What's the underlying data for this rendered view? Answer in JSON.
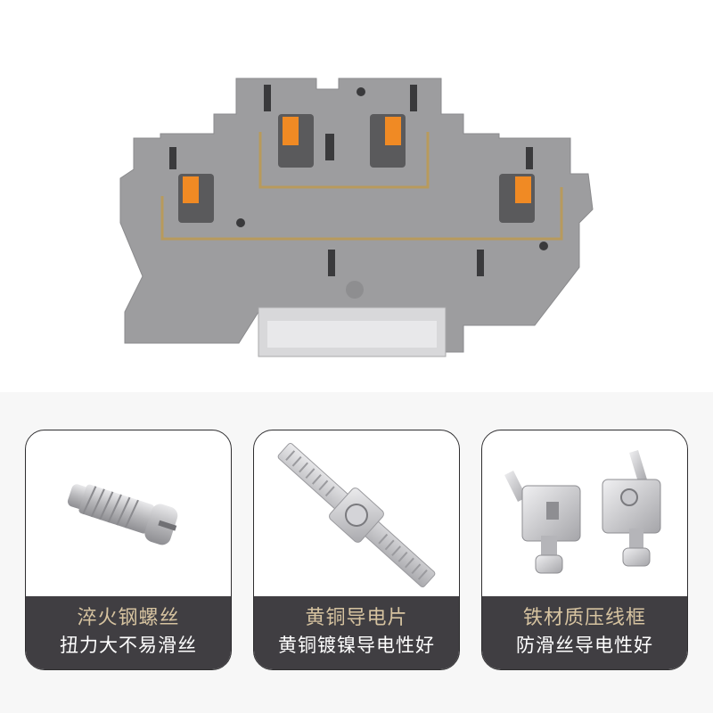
{
  "hero": {
    "product": "double-level push-in terminal block",
    "body_color": "#9d9d9f",
    "spring_color": "#f08a24",
    "busbar_color": "#b89a5c"
  },
  "cards": [
    {
      "title": "淬火钢螺丝",
      "subtitle": "扭力大不易滑丝",
      "image": "screw-icon"
    },
    {
      "title": "黄铜导电片",
      "subtitle": "黄铜镀镍导电性好",
      "image": "brass-strip-icon"
    },
    {
      "title": "铁材质压线框",
      "subtitle": "防滑丝导电性好",
      "image": "clamp-frame-icon"
    }
  ],
  "colors": {
    "card_band": "#403e42",
    "title_gold": "#d6c3a0",
    "subtitle_white": "#ffffff",
    "page_bg": "#f7f7f7"
  }
}
